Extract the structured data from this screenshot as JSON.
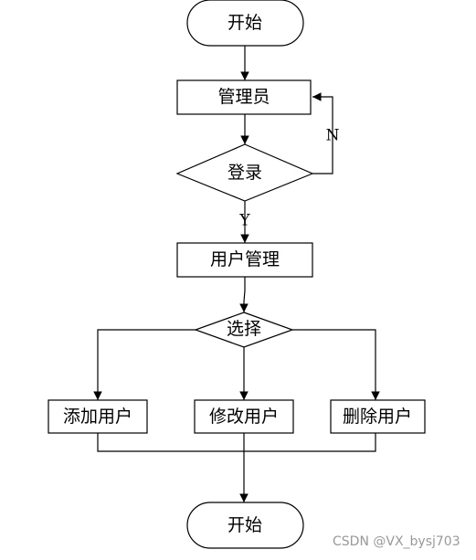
{
  "nodes": {
    "start": "开始",
    "admin": "管理员",
    "login": "登录",
    "user_mgmt": "用户管理",
    "select": "选择",
    "add_user": "添加用户",
    "edit_user": "修改用户",
    "delete_user": "删除用户",
    "end": "开始"
  },
  "edges": {
    "no_label": "N",
    "yes_label": "Y"
  },
  "watermark": "CSDN @VX_bysj703",
  "colors": {
    "stroke": "#000000",
    "background": "#ffffff",
    "watermark": "#999999"
  }
}
